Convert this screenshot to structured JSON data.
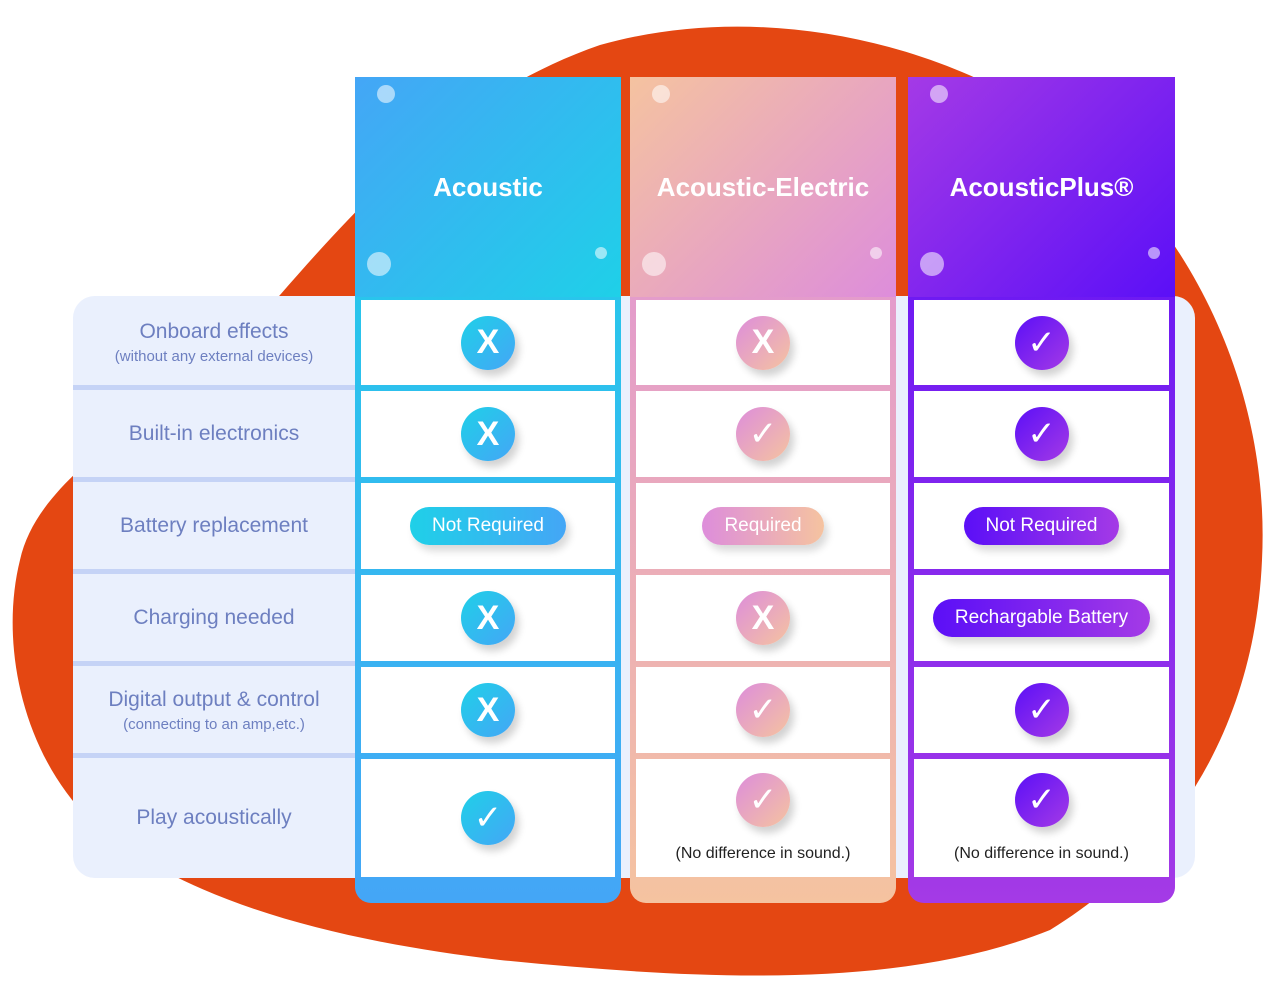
{
  "rows": [
    {
      "label": "Onboard effects",
      "sub": "(without any external devices)"
    },
    {
      "label": "Built-in electronics"
    },
    {
      "label": "Battery replacement"
    },
    {
      "label": "Charging needed"
    },
    {
      "label": "Digital output & control",
      "sub": "(connecting to an amp,etc.)"
    },
    {
      "label": "Play acoustically"
    }
  ],
  "columns": [
    {
      "name": "Acoustic",
      "colors": [
        "#1fd0e8",
        "#44a6f6"
      ],
      "cells": [
        {
          "type": "x"
        },
        {
          "type": "x"
        },
        {
          "type": "pill",
          "text": "Not Required"
        },
        {
          "type": "x"
        },
        {
          "type": "x"
        },
        {
          "type": "check"
        }
      ]
    },
    {
      "name": "Acoustic-Electric",
      "colors": [
        "#dd8ddb",
        "#f5c3a0"
      ],
      "cells": [
        {
          "type": "x"
        },
        {
          "type": "check"
        },
        {
          "type": "pill",
          "text": "Required"
        },
        {
          "type": "x"
        },
        {
          "type": "check"
        },
        {
          "type": "check",
          "note": "(No difference in sound.)"
        }
      ]
    },
    {
      "name": "AcousticPlus®",
      "colors": [
        "#5b0ff7",
        "#a43ae6"
      ],
      "cells": [
        {
          "type": "check"
        },
        {
          "type": "check"
        },
        {
          "type": "pill",
          "text": "Not Required"
        },
        {
          "type": "pill",
          "text": "Rechargable Battery"
        },
        {
          "type": "check"
        },
        {
          "type": "check",
          "note": "(No difference in sound.)"
        }
      ]
    }
  ],
  "icons": {
    "x": "x-mark-icon",
    "check": "checkmark-icon"
  },
  "accent": "#e44712"
}
